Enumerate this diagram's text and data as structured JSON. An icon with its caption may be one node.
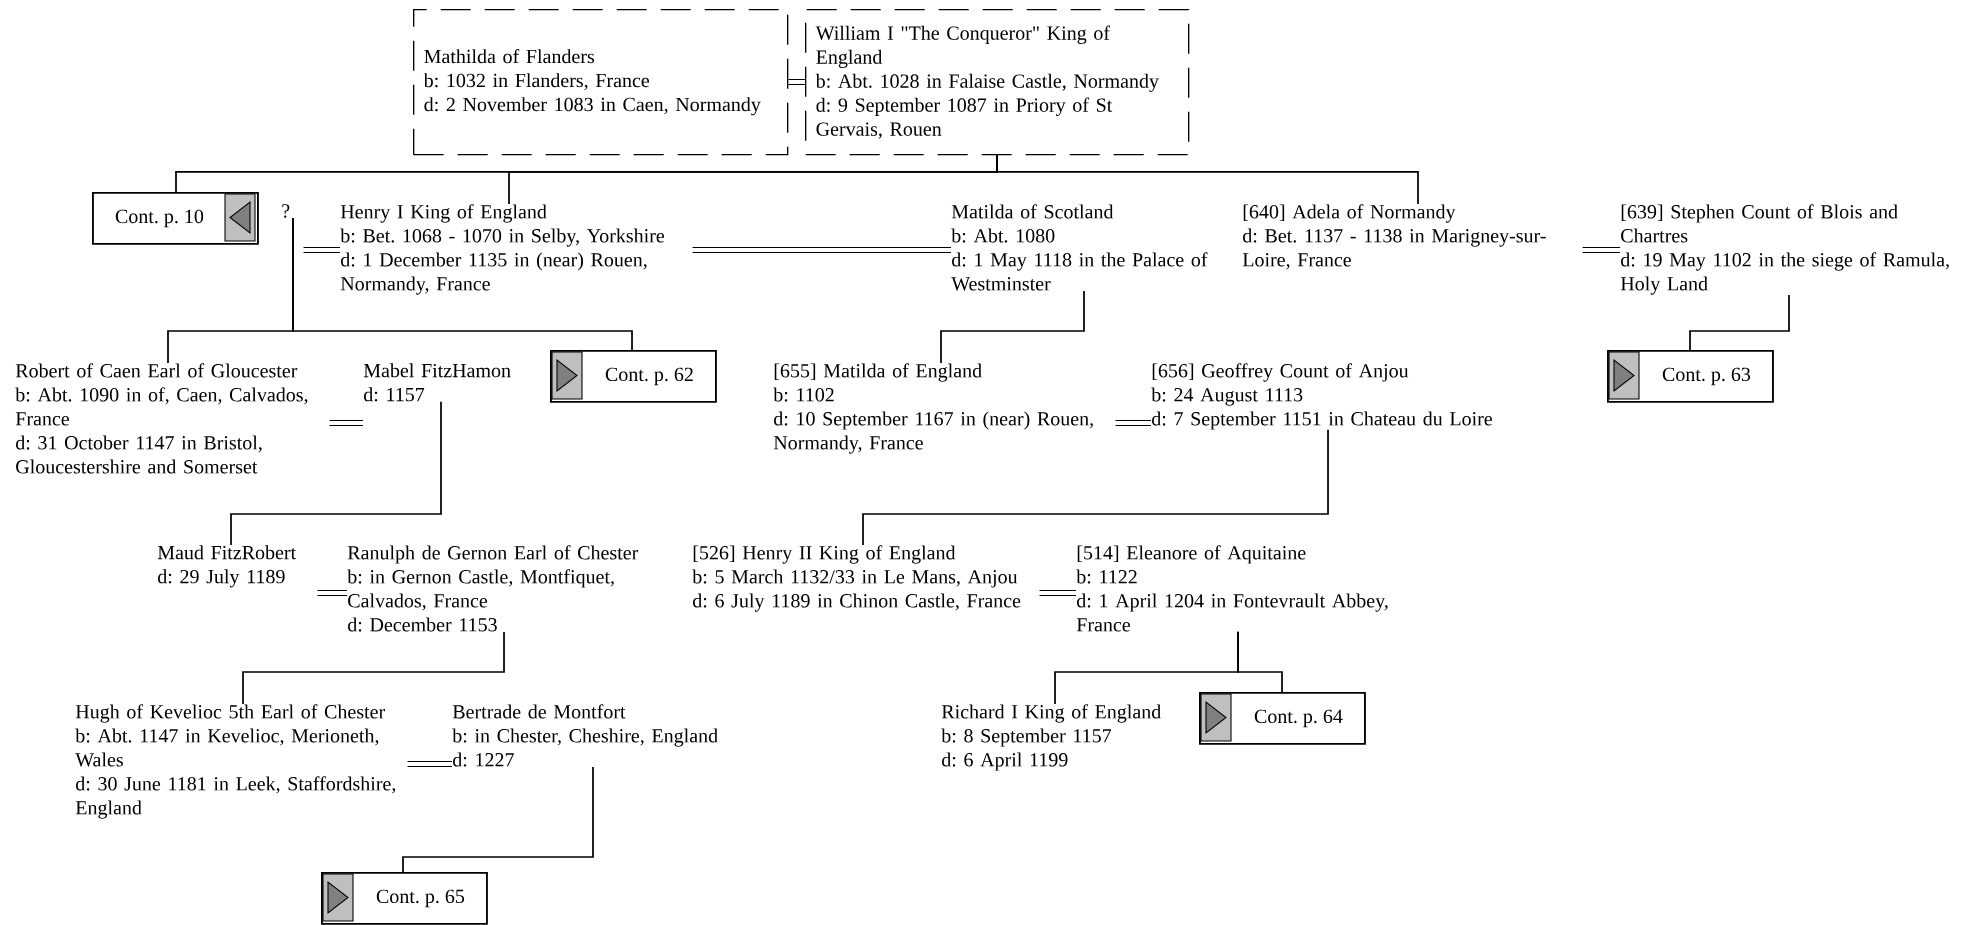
{
  "diagram": {
    "nodes": [
      {
        "text": [
          "Mathilda of Flanders",
          "b: 1032 in Flanders, France",
          "d: 2 November 1083 in Caen, Normandy"
        ]
      },
      {
        "text": [
          "William I \"The Conqueror\" King of England",
          "b: Abt. 1028 in Falaise Castle, Normandy",
          "d: 9 September 1087 in Priory of St Gervais, Rouen"
        ]
      },
      {
        "text": [
          "Cont. p. 10"
        ]
      },
      {
        "text": [
          "?"
        ]
      },
      {
        "text": [
          "Henry I King of England",
          "b: Bet. 1068 - 1070 in Selby, Yorkshire",
          "d: 1 December 1135 in (near) Rouen, Normandy, France"
        ]
      },
      {
        "text": [
          "Matilda of Scotland",
          "b: Abt. 1080",
          "d: 1 May 1118 in the Palace of Westminster"
        ]
      },
      {
        "text": [
          "[640] Adela of Normandy",
          "d: Bet. 1137 - 1138 in Marigney-sur-Loire, France"
        ]
      },
      {
        "text": [
          "[639] Stephen Count of Blois and Chartres",
          "d: 19 May 1102 in the siege of Ramula, Holy Land"
        ]
      },
      {
        "text": [
          "Robert of Caen Earl of Gloucester",
          "b: Abt. 1090 in of, Caen, Calvados, France",
          "d: 31 October 1147 in Bristol, Gloucestershire and Somerset"
        ]
      },
      {
        "text": [
          "Mabel FitzHamon",
          "d: 1157"
        ]
      },
      {
        "text": [
          "Cont. p. 62"
        ]
      },
      {
        "text": [
          "[655] Matilda of England",
          "b: 1102",
          "d: 10 September 1167 in (near) Rouen, Normandy, France"
        ]
      },
      {
        "text": [
          "[656] Geoffrey Count of Anjou",
          "b: 24 August 1113",
          "d: 7 September 1151 in Chateau du Loire"
        ]
      },
      {
        "text": [
          "Cont. p. 63"
        ]
      },
      {
        "text": [
          "Maud FitzRobert",
          "d: 29 July 1189"
        ]
      },
      {
        "text": [
          "Ranulph de Gernon Earl of Chester",
          "b: in Gernon Castle, Montfiquet, Calvados, France",
          "d: December 1153"
        ]
      },
      {
        "text": [
          "[526] Henry II King of England",
          "b: 5 March 1132/33 in Le Mans, Anjou",
          "d: 6 July 1189 in Chinon Castle, France"
        ]
      },
      {
        "text": [
          "[514] Eleanore of Aquitaine",
          "b: 1122",
          "d: 1 April 1204 in Fontevrault Abbey, France"
        ]
      },
      {
        "text": [
          "Richard I King of England",
          "b: 8 September 1157",
          "d: 6 April 1199"
        ]
      },
      {
        "text": [
          "Cont. p. 64"
        ]
      },
      {
        "text": [
          "Hugh of Kevelioc 5th Earl of Chester",
          "b: Abt. 1147 in Kevelioc, Merioneth, Wales",
          "d: 30 June 1181 in Leek, Staffordshire, England"
        ]
      },
      {
        "text": [
          "Bertrade de Montfort",
          "b: in Chester, Cheshire, England",
          "d: 1227"
        ]
      },
      {
        "text": [
          "Cont. p. 65"
        ]
      }
    ],
    "edges": [
      {
        "from": 0,
        "to": 1,
        "arrow": "none"
      },
      {
        "from": 1,
        "to": 2,
        "arrow": "none"
      },
      {
        "from": 1,
        "to": 4,
        "arrow": "none"
      },
      {
        "from": 1,
        "to": 6,
        "arrow": "none"
      },
      {
        "from": 3,
        "to": 4,
        "arrow": "none"
      },
      {
        "from": 4,
        "to": 5,
        "arrow": "none"
      },
      {
        "from": 6,
        "to": 7,
        "arrow": "none"
      },
      {
        "from": 3,
        "to": 8,
        "arrow": "none"
      },
      {
        "from": 3,
        "to": 10,
        "arrow": "none"
      },
      {
        "from": 5,
        "to": 11,
        "arrow": "none"
      },
      {
        "from": 7,
        "to": 13,
        "arrow": "none"
      },
      {
        "from": 8,
        "to": 9,
        "arrow": "none"
      },
      {
        "from": 9,
        "to": 14,
        "arrow": "none"
      },
      {
        "from": 11,
        "to": 12,
        "arrow": "none"
      },
      {
        "from": 12,
        "to": 16,
        "arrow": "none"
      },
      {
        "from": 14,
        "to": 15,
        "arrow": "none"
      },
      {
        "from": 15,
        "to": 20,
        "arrow": "none"
      },
      {
        "from": 16,
        "to": 17,
        "arrow": "none"
      },
      {
        "from": 17,
        "to": 18,
        "arrow": "none"
      },
      {
        "from": 17,
        "to": 19,
        "arrow": "none"
      },
      {
        "from": 20,
        "to": 21,
        "arrow": "none"
      },
      {
        "from": 21,
        "to": 22,
        "arrow": "none"
      }
    ]
  }
}
